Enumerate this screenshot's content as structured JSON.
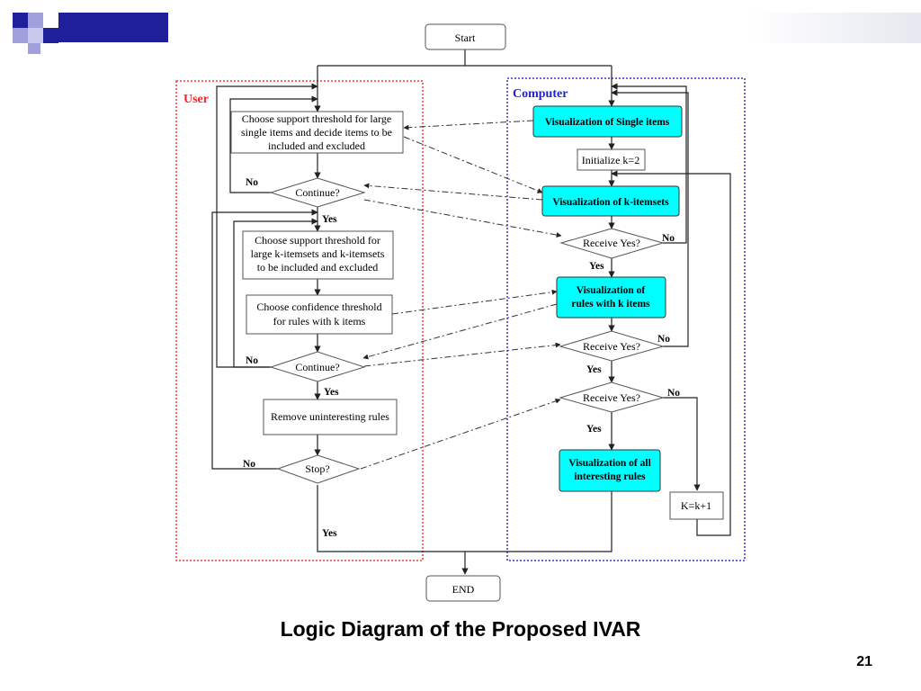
{
  "slide": {
    "title": "Logic Diagram of the Proposed IVAR",
    "page_number": "21"
  },
  "diagram": {
    "regions": {
      "user": "User",
      "computer": "Computer"
    },
    "nodes": {
      "start": "Start",
      "end": "END",
      "u_choose_single": [
        "Choose support threshold for large",
        "single items and decide items to be",
        "included and excluded"
      ],
      "u_continue_1": "Continue?",
      "u_choose_k": [
        "Choose support threshold for",
        "large k-itemsets and k-itemsets",
        "to be included and excluded"
      ],
      "u_choose_conf": [
        "Choose confidence threshold",
        "for rules with k items"
      ],
      "u_continue_2": "Continue?",
      "u_remove": "Remove uninteresting rules",
      "u_stop": "Stop?",
      "c_vis_single": "Visualization of Single items",
      "c_init": "Initialize k=2",
      "c_vis_k": "Visualization of k-itemsets",
      "c_recv_1": "Receive Yes?",
      "c_vis_rules": [
        "Visualization of",
        "rules with k items"
      ],
      "c_recv_2": "Receive Yes?",
      "c_recv_3": "Receive Yes?",
      "c_vis_all": [
        "Visualization of all",
        "interesting rules"
      ],
      "c_inc": "K=k+1"
    },
    "labels": {
      "yes": "Yes",
      "no": "No"
    }
  },
  "colors": {
    "user_border": "#ff3333",
    "user_title": "#ff2222",
    "computer_border": "#3333dd",
    "computer_title": "#2222cc",
    "highlight_node": "#00ffff",
    "logo_dark": "#1f1f99",
    "logo_light": "#a0a0dd"
  }
}
